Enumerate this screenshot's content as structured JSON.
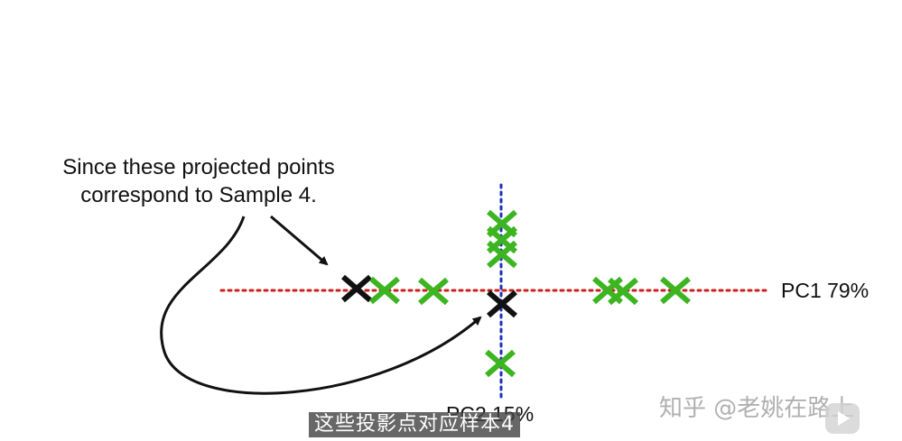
{
  "annotation": {
    "line1": "Since these projected points",
    "line2": "correspond to Sample 4."
  },
  "axes": {
    "pc1_label": "PC1 79%",
    "pc2_label": "PC2 15%"
  },
  "subtitle": "这些投影点对应样本4",
  "watermark": "知乎 @老姚在路上",
  "colors": {
    "pc1_axis": "#cc1f1f",
    "pc2_axis": "#1f2fbf",
    "points": "#3cb521",
    "highlight": "#111111"
  },
  "icons": {
    "projected_point": "x-mark-icon",
    "arrow": "curved-arrow-icon",
    "video": "play-icon"
  }
}
